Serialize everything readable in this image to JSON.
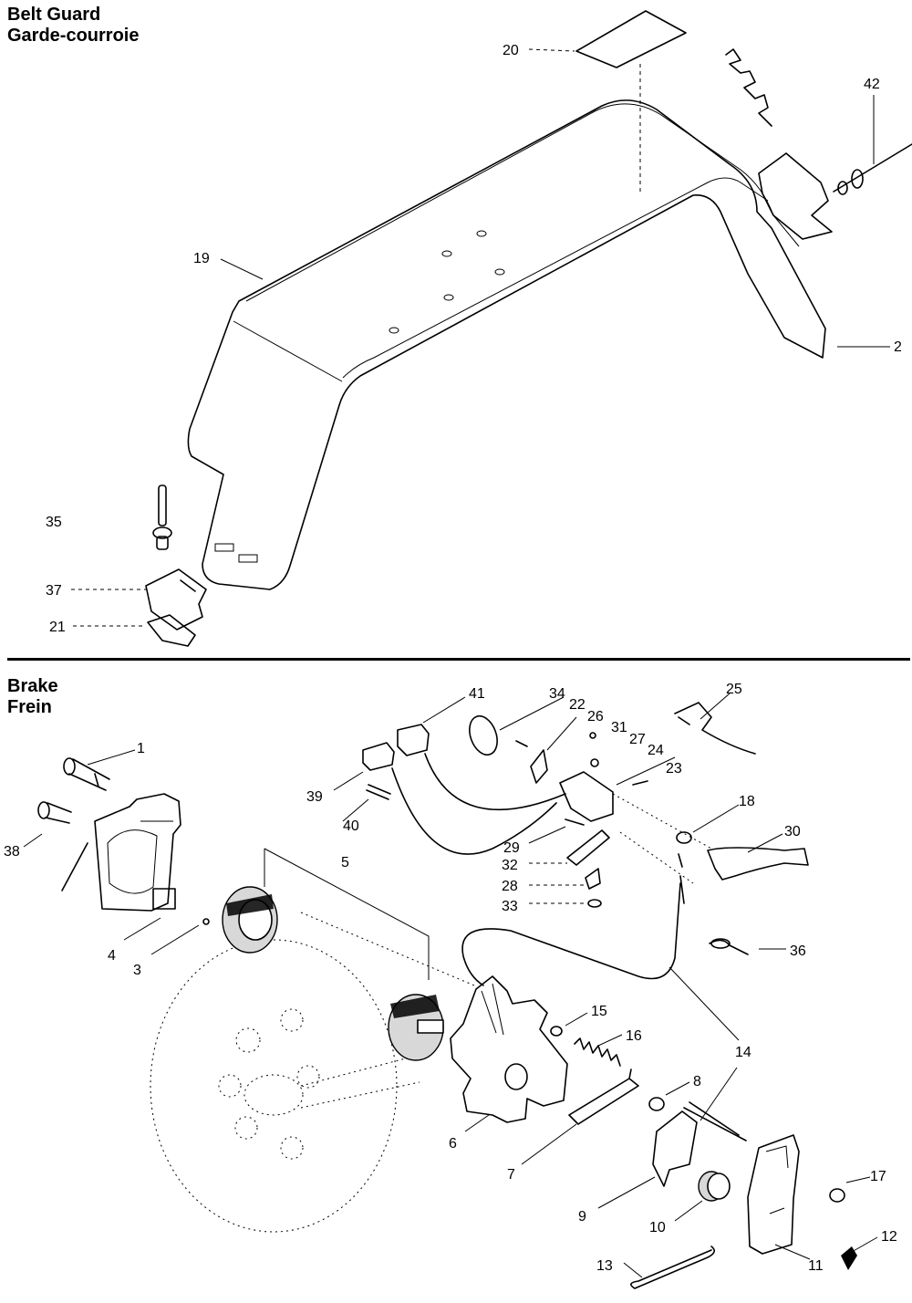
{
  "sections": {
    "belt_guard": {
      "title_en": "Belt Guard",
      "title_fr": "Garde-courroie"
    },
    "brake": {
      "title_en": "Brake",
      "title_fr": "Frein"
    }
  },
  "callouts": {
    "p20": "20",
    "p42": "42",
    "p19": "19",
    "p2": "2",
    "p35": "35",
    "p37": "37",
    "p21": "21",
    "p41": "41",
    "p34": "34",
    "p22": "22",
    "p26": "26",
    "p31": "31",
    "p27": "27",
    "p25": "25",
    "p24": "24",
    "p23": "23",
    "p1": "1",
    "p39": "39",
    "p40": "40",
    "p18": "18",
    "p30": "30",
    "p38": "38",
    "p5": "5",
    "p29": "29",
    "p32": "32",
    "p28": "28",
    "p33": "33",
    "p4": "4",
    "p3": "3",
    "p36": "36",
    "p15": "15",
    "p16": "16",
    "p14": "14",
    "p8": "8",
    "p6": "6",
    "p7": "7",
    "p17": "17",
    "p9": "9",
    "p10": "10",
    "p12": "12",
    "p11": "11",
    "p13": "13"
  }
}
